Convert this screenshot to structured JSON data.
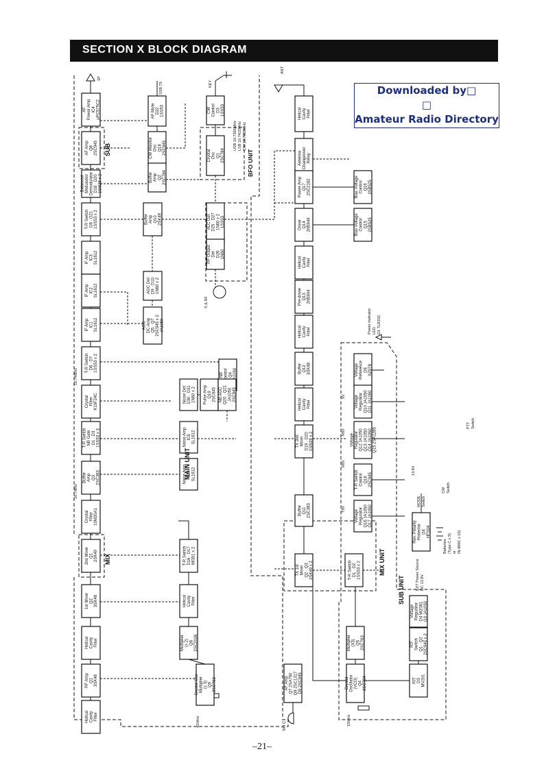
{
  "header": {
    "title": "SECTION  X  BLOCK DIAGRAM"
  },
  "watermark": {
    "line1": "Downloaded by□",
    "line2": "□",
    "line3": "Amateur Radio Directory"
  },
  "page_number": "–21–",
  "blocks": {
    "b01": [
      "AF",
      "Power Amp",
      "IC4",
      "μPC575C2"
    ],
    "b02": [
      "AF Amp",
      "Q6",
      "2SC945"
    ],
    "b03": [
      "Balanced",
      "Modulator/",
      "Demodulator",
      "D18 · D20",
      "1SI928 x 2"
    ],
    "b04": [
      "T-R Switch",
      "D8 · D21",
      "1SS53 x 2"
    ],
    "b05": [
      "IF Amp",
      "IC3",
      "SL1612"
    ],
    "b06": [
      "IF Amp",
      "IC2",
      "SL1612"
    ],
    "b07": [
      "IF Amp",
      "IC1",
      "SL1612"
    ],
    "b08": [
      "T-R Switch",
      "D6 · D7",
      "1SS53 x 2"
    ],
    "b09": [
      "Crystal",
      "Filter",
      "K10F24C"
    ],
    "b10": [
      "T-R Switch",
      "NB Gate",
      "D1 · D3",
      "1SS53 x 3"
    ],
    "b11": [
      "Buffer",
      "Amp",
      "Q3",
      "2SC383"
    ],
    "b12": [
      "Crystal",
      "Filter",
      "10M20A1"
    ],
    "b13": [
      "2nd Mixer",
      "Q1",
      "2SK49"
    ],
    "b14": [
      "1st Mixer",
      "Q2",
      "3SK48"
    ],
    "b15": [
      "Helical",
      "Cavity",
      "Filter"
    ],
    "b16": [
      "RF Amp",
      "Q1",
      "3SK48"
    ],
    "b17": [
      "Helical",
      "Cavity",
      "Filter"
    ],
    "b18": [
      "AF Mute",
      "D22",
      "1SS53"
    ],
    "b19": [
      "CW Monitor",
      "Osc",
      "Q18",
      "2SC945"
    ],
    "b20": [
      "Buffer",
      "Amp",
      "Q2",
      "2SC784"
    ],
    "b21": [
      "Buffer",
      "Amp",
      "Q10",
      "2SK49"
    ],
    "b22": [
      "AGC Det",
      "D9 · D10",
      "1N60 x 2"
    ],
    "b23": [
      "AGC",
      "DC Amp",
      "Q5 · Q7",
      "2SC945 x 2",
      "JA1050"
    ],
    "b24": [
      "NB",
      "Control",
      "Q4",
      "JA1050"
    ],
    "b25": [
      "Noise Det",
      "D30 · D31",
      "1N60 x 2"
    ],
    "b26": [
      "Pulse Amp",
      "Q19",
      "2SC945"
    ],
    "b27": [
      "NB AGC",
      "Q20 · Q21",
      "JA1050",
      "2SC945"
    ],
    "b28": [
      "Noise Amp",
      "IC6",
      "SL1612"
    ],
    "b29": [
      "Noise Amp",
      "IC5",
      "SL1612"
    ],
    "b30": [
      "T-R Switch",
      "D16 · D17",
      "MI301 x 2"
    ],
    "b31": [
      "Helical",
      "Cavity",
      "Filter"
    ],
    "b32": [
      "Multiplier",
      "(x 2)",
      "Q8",
      "2SC2026"
    ],
    "b33": [
      "Crystal Osc",
      "Multiplier",
      "(x 3)",
      "Q9",
      "2SC763"
    ],
    "b34": [
      "CW",
      "Control",
      "D3",
      "1SS53"
    ],
    "b35": [
      "Crystal",
      "Osc",
      "Q1",
      "2SC784"
    ],
    "b36": [
      "ALC Det",
      "D25 · D27",
      "1N60 x 2",
      "1SS53"
    ],
    "b37": [
      "RF Output",
      "Det",
      "D26",
      "1N60"
    ],
    "b38": [
      "Helical",
      "Cavity",
      "Filter"
    ],
    "b39": [
      "Antenna",
      "Changeover",
      "Relay"
    ],
    "b40": [
      "Power Amp",
      "Q17",
      "2SC2162"
    ],
    "b41": [
      "Driver",
      "Q14",
      "2N5944"
    ],
    "b42": [
      "Helical",
      "Cavity",
      "Filter"
    ],
    "b43": [
      "Pre-driver",
      "Q13",
      "2N5904"
    ],
    "b44": [
      "Helical",
      "Cavity",
      "Filter"
    ],
    "b45": [
      "Buffer",
      "Q12",
      "3SK48"
    ],
    "b46": [
      "Helical",
      "Cavity",
      "Filter"
    ],
    "b47": [
      "TX 2nd",
      "Mixer",
      "D19 · D20",
      "1SI928 x 2"
    ],
    "b48": [
      "Buffer",
      "Q11",
      "2SC383"
    ],
    "b49": [
      "TX 1st",
      "Mixer",
      "Q2 · Q3",
      "2SK49 x 2"
    ],
    "b50": [
      "T-R Switch",
      "D1 · D2",
      "1SS53 x 2"
    ],
    "b51": [
      "Bias Voltage",
      "Control",
      "Q16",
      "2SB525"
    ],
    "b52": [
      "Bias Voltage",
      "Control",
      "Q15",
      "2SB525"
    ],
    "b53": [
      "Voltage",
      "Reference",
      "D8",
      "XZ078"
    ],
    "b54": [
      "Voltage",
      "Regulator",
      "Q10 JA1050",
      "Q11 JA1050"
    ],
    "b55": [
      "Voltage",
      "Regulator",
      "Q12 JA1050",
      "Q13 JA1050",
      "Q14 JA1050",
      "Q15 2SA1285"
    ],
    "b56": [
      "T-R Switch",
      "Control",
      "Q16",
      "2SC945"
    ],
    "b57": [
      "Voltage",
      "Regulator",
      "Q16 JA1050",
      "Q17 JA1050"
    ],
    "b58": [
      "Rev. Polarity",
      "Protector",
      "D4",
      "HFS04"
    ],
    "b59": [
      "AF Amp",
      "Q7 2SA750",
      "Q8 2SC1317",
      "Q9 2SC945"
    ],
    "b60": [
      "Multiplier",
      "(X3)",
      "Q5",
      "2SC763"
    ],
    "b61": [
      "Crystal",
      "Oscillator",
      "(VCO)",
      "Q4",
      "2SC784"
    ],
    "b62": [
      "Voltage",
      "Regulator",
      "D4 WZ061",
      "Q3 JA1050"
    ],
    "b63": [
      "RIT",
      "Switch",
      "Q1 · Q2",
      "2SC945 x 2"
    ],
    "b64": [
      "RIT",
      "D3",
      "MV201"
    ]
  },
  "labels": {
    "sp": "SP",
    "ssb": "SSB T9",
    "key": "KEY",
    "ant": "ANT",
    "sub_small": "SUB",
    "mix_small": "MIX",
    "bfo_freqs": [
      "USB  10.7365MHz",
      "LSB  10.7415MHz",
      "CW  10.7365MHz"
    ],
    "bfo_unit": "BFO UNIT",
    "main_unit": "MAIN UNIT",
    "mix_unit": "MIX UNIT",
    "sub_unit": "SUB UNIT",
    "meter": "S & RF",
    "f_107": "10.7MHz",
    "f_1074": "10.74MHz",
    "f_41": "41MHz",
    "f_15": "15MHz",
    "mic": "M I C",
    "power_led": [
      "Power Indicator",
      "LED",
      "D1 TLR102"
    ],
    "v_9": "9V",
    "v_r8": "R8V",
    "v_r8b": "R8V",
    "v_138": "13.8V",
    "v_t9": "T9V",
    "ptt": [
      "PTT",
      "Switch"
    ],
    "cw_sw": [
      "CW",
      "Switch"
    ],
    "mode_sw": [
      "MODE",
      "Switch"
    ],
    "ext_power": [
      "EXT Power Source",
      "DC 13.8V"
    ],
    "batteries": [
      "Batteries",
      "(Type C x 9)",
      "or",
      "IN-800C x 10)"
    ]
  }
}
